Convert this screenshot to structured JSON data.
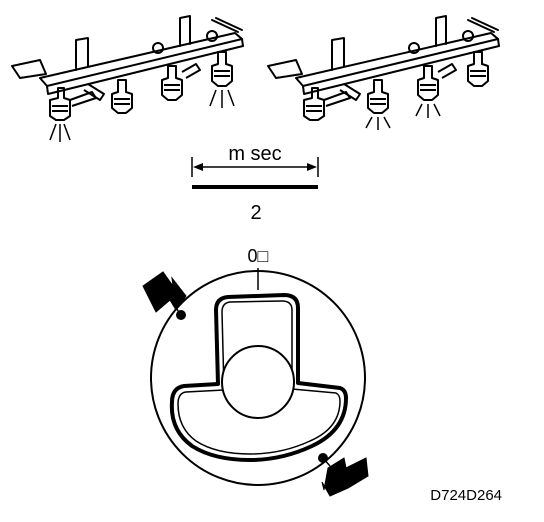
{
  "figure": {
    "pulse_width_unit": "m sec",
    "pulse_value": "2",
    "angle_mark": "0□",
    "figure_id": "D724D264"
  },
  "colors": {
    "ink": "#000000",
    "paper": "#ffffff"
  }
}
